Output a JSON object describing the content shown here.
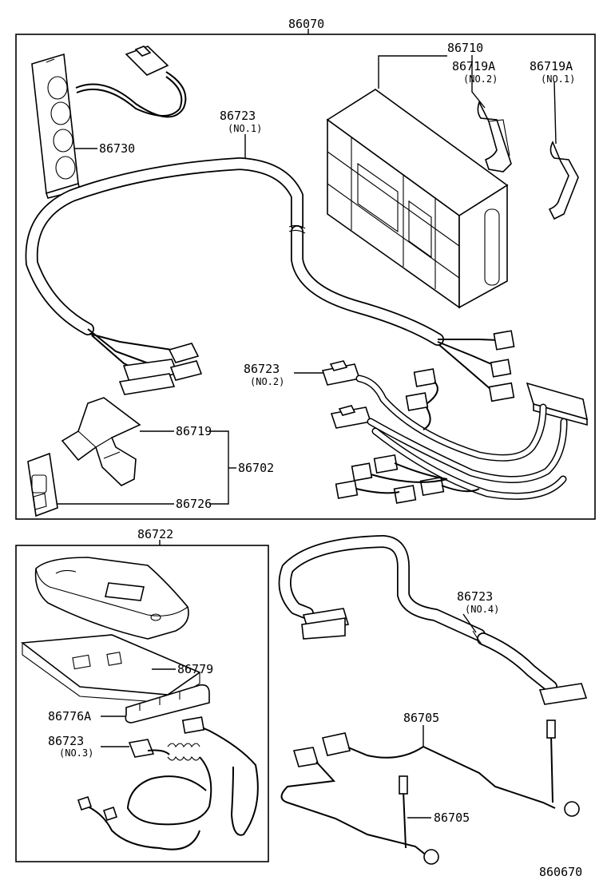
{
  "diagram": {
    "callouts": {
      "assembly_main": "86070",
      "control_unit": "86710",
      "bracket_no2": "86719A",
      "bracket_no2_sub": "(NO.2)",
      "bracket_no1": "86719A",
      "bracket_no1_sub": "(NO.1)",
      "wire_no1": "86723",
      "wire_no1_sub": "(NO.1)",
      "switch_panel": "86730",
      "wire_no2": "86723",
      "wire_no2_sub": "(NO.2)",
      "bracket": "86719",
      "bracket_set": "86702",
      "cover": "86726",
      "assembly_left": "86722",
      "part_86779": "86779",
      "part_86776A": "86776A",
      "wire_no3": "86723",
      "wire_no3_sub": "(NO.3)",
      "wire_no4": "86723",
      "wire_no4_sub": "(NO.4)",
      "cord_upper": "86705",
      "cord_lower": "86705",
      "figure_number": "860670"
    }
  }
}
